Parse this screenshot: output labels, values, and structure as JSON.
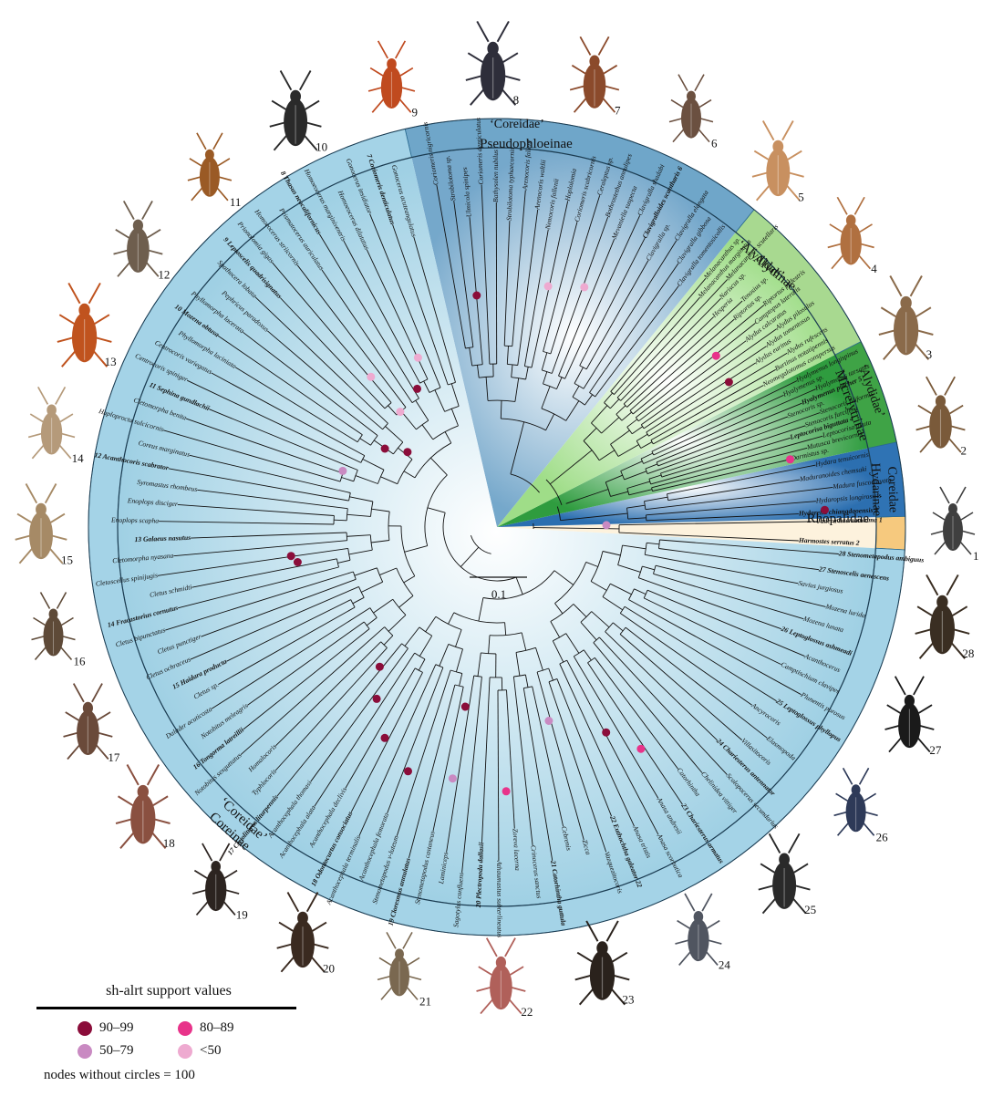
{
  "clades": {
    "pseudophloeinae_family": "‘Coreidae’",
    "pseudophloeinae_subfamily": "Pseudophloeinae",
    "alydinae_family": "‘Alydidae’",
    "alydinae_subfamily": "Alydinae",
    "micrelytrinae_family": "‘Alydidae’",
    "micrelytrinae_subfamily": "Micrelytrinae",
    "hydarinae_family": "Coreidae",
    "hydarinae_subfamily": "Hydarinae",
    "rhopalidae": "Rhopalidae",
    "coreinae_family": "‘Coreidae’",
    "coreinae_subfamily": "Coreinae"
  },
  "scale_bar": "0.1",
  "photo_numbers": [
    "1",
    "2",
    "3",
    "4",
    "5",
    "6",
    "7",
    "8",
    "9",
    "10",
    "11",
    "12",
    "13",
    "14",
    "15",
    "16",
    "17",
    "18",
    "19",
    "20",
    "21",
    "22",
    "23",
    "24",
    "25",
    "26",
    "27",
    "28"
  ],
  "taxa": {
    "rhopalidae": [
      "Harmostes serratus 2",
      "Jadera haematoloma 1"
    ],
    "hydarinae": [
      "Hydarella chiangdaoensis 3",
      "Hydaropsis longirostris",
      "Madura fuscoclavata",
      "Maduranoides chemsaki",
      "Hydara tenuicornis"
    ],
    "micrelytrinae": [
      "Darmistus sp.",
      "Mutusca brevicornis",
      "Leptocorisa acuta",
      "Leptocorisa biguttata 4",
      "Stenocoris furcifera",
      "Stenocoris filiformis",
      "Stenocoris sp.",
      "Hyalymenus pulcher 5",
      "Hyalymenus tarsatus",
      "Hyalymenus sp.",
      "Hyalymenus longispinus"
    ],
    "alydinae": [
      "Neomegalotomus conspersus",
      "Burtinus notatipennis",
      "Alydus rufescens",
      "Alydus eurinus",
      "Alydus tomentosus",
      "Alydus pilosulus",
      "Alydus calcaratus",
      "Camptopus lateralis",
      "Riptortus pedestris",
      "Riptortus sp.",
      "Tenosius sp.",
      "Hesperia",
      "Nariscus sp.",
      "Melanacanthus scutellaris",
      "Melanacanthus marginatus",
      "Melanacanthus sp."
    ],
    "pseudophloeinae": [
      "Clavigralla tomentosicollis",
      "Clavigralla gibbosa",
      "Clavigralla elongata",
      "Clavigralla sp.",
      "Clavigralloides scantharis 6",
      "Clavigralla shadabi",
      "Mevaniella suspecta",
      "Bothrostethus annulipes",
      "Ceraleptus sp.",
      "Coriomeris scabricornis",
      "Hoplolomia",
      "Nemocoris fallenii",
      "Arenocoris waltlii",
      "Arenocoris falleni",
      "Strobilotoma typhaecornis",
      "Bathysolen nubilus",
      "Coriomeris denticulatus",
      "Ulmicola spinipes",
      "Strobilotoma sp.",
      "Coriomeris nigricornis"
    ],
    "coreinae_upper": [
      "7 Coriomeris denticulatus",
      "8 Thasus neocalifornicus",
      "9 Leptoscelis quadrisignatus",
      "10 Mozena obtusa",
      "11 Sephina gundlachii",
      "12 Acanthocoris scabrator",
      "13 Galaeus nasutus",
      "14 Fracastorius cornutus",
      "15 Haidara producta",
      "16 Tongorma latreillii",
      "17 Cletoliturus liturpennis",
      "18 Odontocurtus consociatus",
      "19 Cloresmus annulatus",
      "20 Plectropoda dallasii",
      "21 Catorhintha guttula",
      "22 Euthochtha galeator 22",
      "23 Chariesterus armatus",
      "24 Chariesterus antennator",
      "25 Leptoglossus phyllopus",
      "26 Leptoglossus ashmeadi",
      "27 Stenoscelis aenescens",
      "28 Stenometapodus ambiguus"
    ],
    "coreinae_other": [
      "Gonocerus acuteangulatus",
      "Gonocerus insidiator",
      "Homoeocerus dilatatus",
      "Homoeocerus marginiventris",
      "Prismatocerus auriculatus",
      "Homoeocerus striicornis",
      "Prionolomia gigas",
      "Spathocera lobata",
      "Pephricus paradoxus",
      "Phyllomorpha lacerata",
      "Phyllomorpha laciniata",
      "Centrocoris variegatus",
      "Centrocoris spiniger",
      "Cletomorpha benita",
      "Haploprocta sulcicornis",
      "Coreus marginatus",
      "Syromastus rhombeus",
      "Enoplops disciger",
      "Enoplops scapha",
      "Cletomorpha nyasana",
      "Cletoscellus spinijugis",
      "Cletus schmidti",
      "Cletus bipunctatus",
      "Cletus punctiger",
      "Cletus ochraceus",
      "Cletus sp.",
      "Dalader acuticosta",
      "Notobitus meleagris",
      "Notobitus sexguttatus",
      "Homalocoris",
      "Typhlocoris",
      "Acanthocephala thomasi",
      "Acanthocephala alata",
      "Acanthocephala declivis",
      "Acanthocephala terminalis",
      "Acanthocephala femorata",
      "Stenometapodus v-luteum",
      "Stenometapodus castaneus",
      "Laminiceps",
      "Sagotylus confluens",
      "Athaumastus subterlineatus",
      "Zoreva lacerna",
      "Crinocerus sanctus",
      "Cebrenis",
      "Zicca",
      "Vazquezitocoris",
      "Anasa tristis",
      "Anasa scorbutica",
      "Anasa andresii",
      "Catorhintha",
      "Chelinidea vittiger",
      "Scolopocerus secundarius",
      "Villasitocoris",
      "Elasmopoda",
      "Ancyrocoris",
      "Plunentis porosus",
      "Camptischium clavipes",
      "Acanthocerus",
      "Mozena lunata",
      "Mozena lurida",
      "Savius jurgiosus"
    ]
  },
  "legend": {
    "title": "sh-alrt support values",
    "items": [
      {
        "label": "90–99",
        "color": "#8b0d3a"
      },
      {
        "label": "80–89",
        "color": "#e8338a"
      },
      {
        "label": "50–79",
        "color": "#c98ac2"
      },
      {
        "label": "<50",
        "color": "#eeaad0"
      }
    ],
    "note": "nodes without circles = 100"
  },
  "colors": {
    "coreinae_band": "#a4d3e7",
    "pseudophloeinae_band": "#6fa6c9",
    "alydinae_band": "#a8d990",
    "micrelytrinae_band": "#3fa346",
    "hydarinae_band": "#2f73b4",
    "rhopalidae_band": "#f6c97e"
  }
}
